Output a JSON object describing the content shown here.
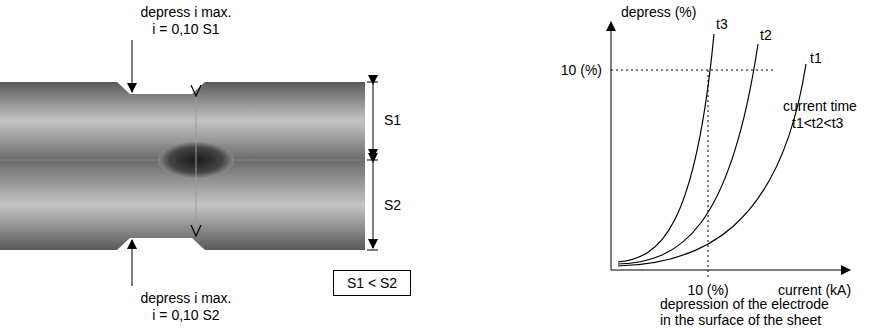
{
  "diagram": {
    "nodes": [
      {
        "text": [
          "S1 < S2"
        ]
      }
    ],
    "labels": [
      "depress i max.",
      "i = 0,10 S1",
      "S1",
      "S2",
      "depress i max.",
      "i = 0,10 S2",
      "depress (%)",
      "t3",
      "t2",
      "t1",
      "10 (%)",
      "10 (%)",
      "current time",
      "t1<t2<t3",
      "current (kA)",
      "depression of the electrode",
      "in the surface of the sheet"
    ]
  }
}
